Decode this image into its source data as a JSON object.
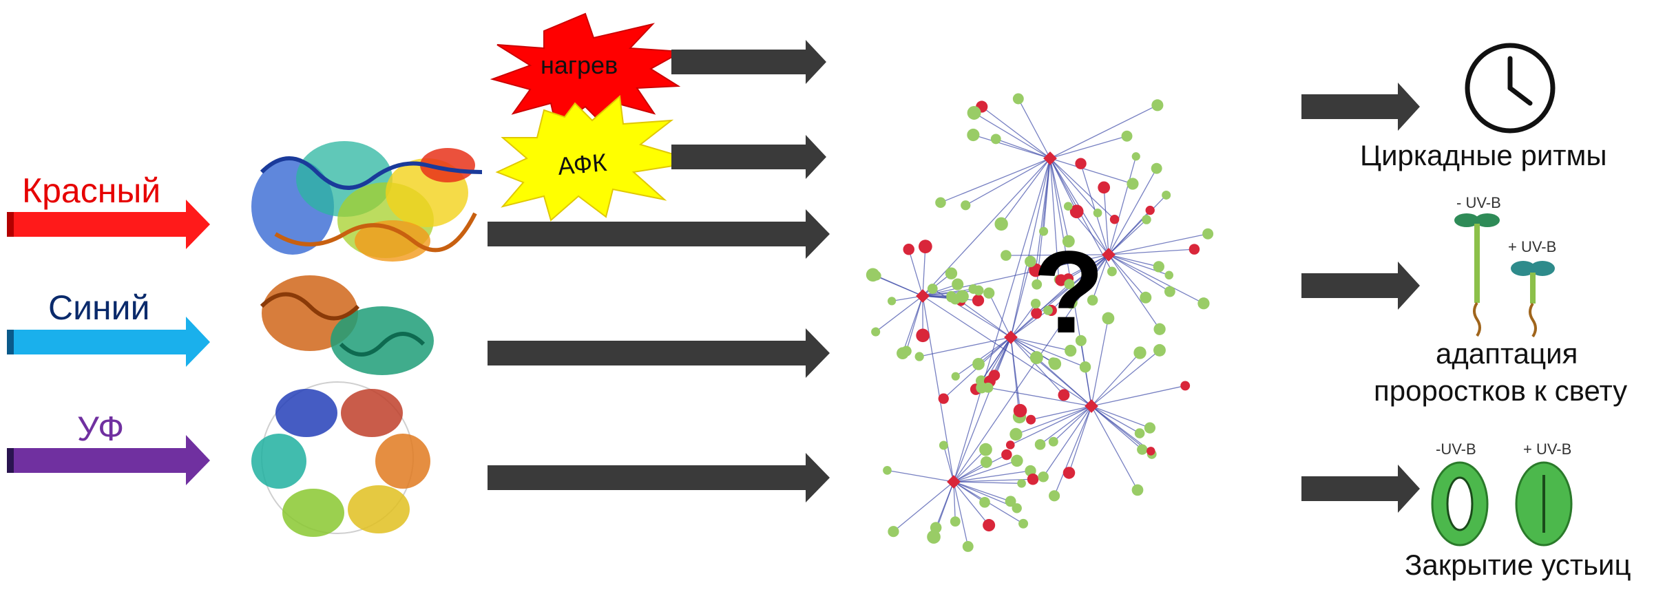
{
  "lights": [
    {
      "label": "Красный",
      "color": "#ff1a1a",
      "text_color": "#e60000"
    },
    {
      "label": "Синий",
      "color": "#1ab0ec",
      "text_color": "#0a2a6b"
    },
    {
      "label": "УФ",
      "color": "#7030a0",
      "text_color": "#7030a0"
    }
  ],
  "stresses": [
    {
      "label": "нагрев",
      "color": "#ff0000"
    },
    {
      "label": "АФК",
      "color": "#ffff00"
    }
  ],
  "network": {
    "center_symbol": "?",
    "node_colors": [
      "#99cc66",
      "#d9263a"
    ],
    "edge_color": "#3d4aa8"
  },
  "outputs": [
    {
      "label": "Циркадные ритмы",
      "icon": "clock-icon"
    },
    {
      "label_line1": "адаптация",
      "label_line2": "проростков к свету",
      "icon": "seedling-icon",
      "minus_label": "- UV-B",
      "plus_label": "+ UV-B"
    },
    {
      "label": "Закрытие устьиц",
      "icon": "stomata-icon",
      "minus_label": "-UV-B",
      "plus_label": "+ UV-B"
    }
  ],
  "arrow_color": "#3a3a3a"
}
